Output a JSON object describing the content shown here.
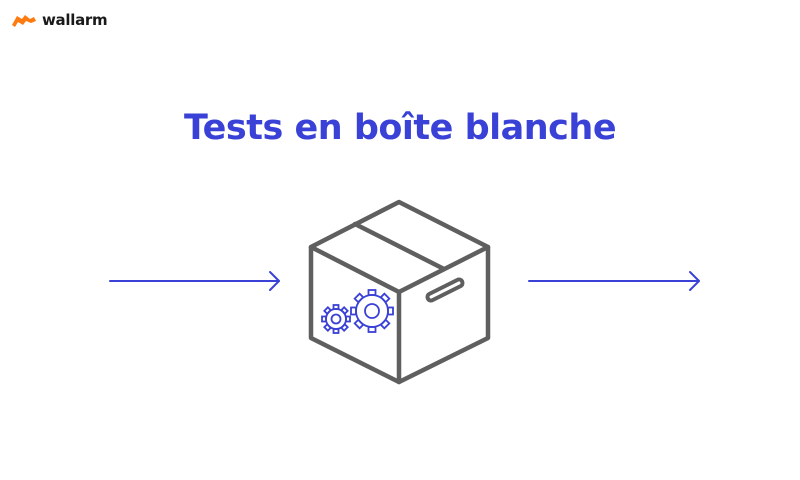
{
  "brand": {
    "name": "wallarm",
    "logo_icon": "wallarm-flag-logo",
    "logo_color": "#ff7a0f"
  },
  "title": "Tests en boîte blanche",
  "colors": {
    "title": "#3a41d6",
    "arrow": "#3a41d6",
    "box_stroke": "#5f5f5f",
    "gears": "#3a41d6",
    "background": "#ffffff"
  },
  "diagram": {
    "input_arrow": {
      "icon": "arrow-right-icon"
    },
    "box": {
      "icon": "cardboard-box-icon",
      "decoration": "gears-icon"
    },
    "output_arrow": {
      "icon": "arrow-right-icon"
    }
  }
}
